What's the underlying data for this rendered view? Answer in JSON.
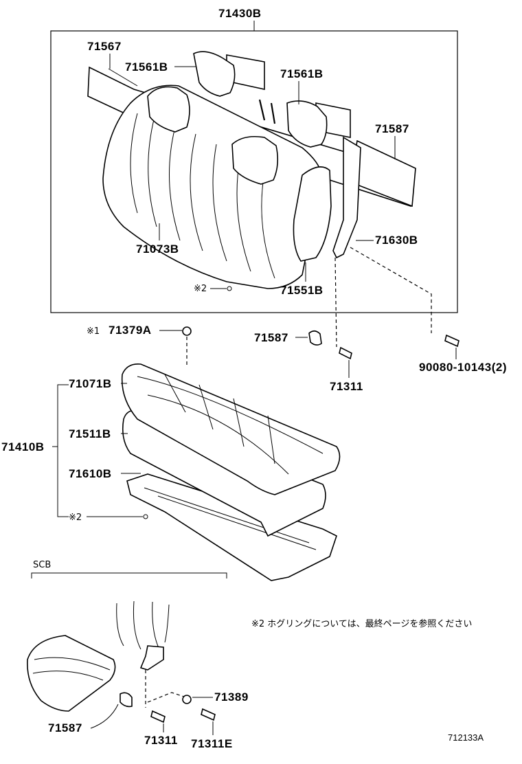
{
  "diagram": {
    "assembly_top": "71430B",
    "assembly_bottom": "71410B",
    "parts": {
      "p71567": "71567",
      "p71561b_left": "71561B",
      "p71561b_right": "71561B",
      "p71587_top": "71587",
      "p71073b": "71073B",
      "p71630b": "71630B",
      "p71551b": "71551B",
      "note2_upper": "※2",
      "note1_mark": "※1",
      "p71379a": "71379A",
      "p71587_mid": "71587",
      "p90080": "90080-10143(2)",
      "p71311_mid": "71311",
      "p71071b": "71071B",
      "p71511b": "71511B",
      "p71610b": "71610B",
      "note2_lower": "※2",
      "scb_label": "SCB",
      "p71389": "71389",
      "p71587_bottom": "71587",
      "p71311_bottom": "71311",
      "p71311e": "71311E"
    },
    "footnote": "※2  ホグリングについては、最終ページを参照ください",
    "figure_code": "712133A"
  }
}
